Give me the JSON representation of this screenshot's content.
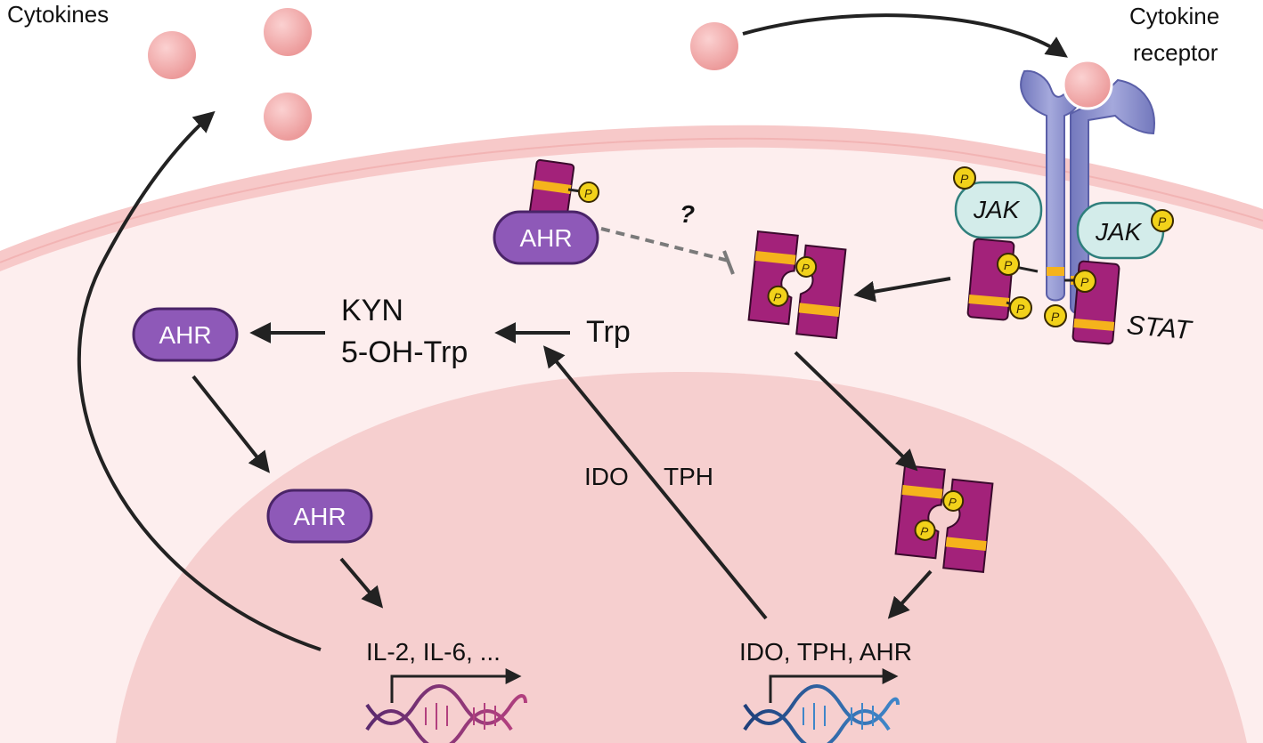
{
  "labels": {
    "cytokines": "Cytokines",
    "cytokine_receptor_line1": "Cytokine",
    "cytokine_receptor_line2": "receptor",
    "kyn": "KYN",
    "oh_trp": "5-OH-Trp",
    "trp": "Trp",
    "ido": "IDO",
    "tph": "TPH",
    "il_genes": "IL-2, IL-6, ...",
    "target_genes": "IDO, TPH, AHR",
    "stat": "STAT",
    "jak": "JAK",
    "question": "?",
    "phospho": "P"
  },
  "ahr_pills": [
    "AHR",
    "AHR",
    "AHR"
  ],
  "colors": {
    "cell_membrane": "#f7c9c9",
    "cytoplasm": "#fdeeee",
    "nucleus": "#f6cfcf",
    "cytokine": "#f0a3a3",
    "ahr_fill": "#8e59b8",
    "ahr_stroke": "#4a2468",
    "stat": "#a3227a",
    "stat_band": "#f5b31c",
    "phospho": "#f2d21a",
    "jak_fill": "#d3ecea",
    "jak_stroke": "#2f7f7c",
    "receptor": "#8b8fcc",
    "arrow": "#222222",
    "inhibition": "#7a7a7a",
    "dna_left": "#9b3a7a",
    "dna_right": "#2b5a9e"
  }
}
